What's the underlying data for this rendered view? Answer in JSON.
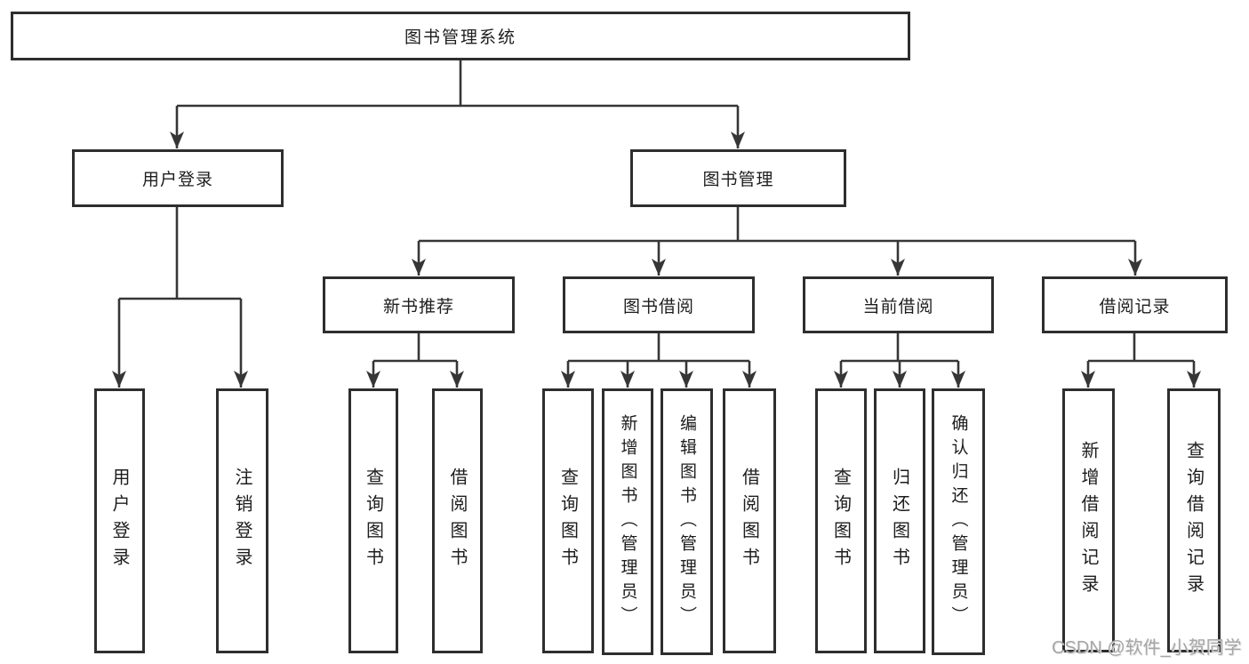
{
  "tree": {
    "root": {
      "label": "图书管理系统"
    },
    "branches": [
      {
        "label": "用户登录",
        "children": [
          {
            "label": "用户登录"
          },
          {
            "label": "注销登录"
          }
        ]
      },
      {
        "label": "图书管理",
        "children": [
          {
            "label": "新书推荐",
            "children": [
              {
                "label": "查询图书"
              },
              {
                "label": "借阅图书"
              }
            ]
          },
          {
            "label": "图书借阅",
            "children": [
              {
                "label": "查询图书"
              },
              {
                "label": "新增图书（管理员）"
              },
              {
                "label": "编辑图书（管理员）"
              },
              {
                "label": "借阅图书"
              }
            ]
          },
          {
            "label": "当前借阅",
            "children": [
              {
                "label": "查询图书"
              },
              {
                "label": "归还图书"
              },
              {
                "label": "确认归还（管理员）"
              }
            ]
          },
          {
            "label": "借阅记录",
            "children": [
              {
                "label": "新增借阅记录"
              },
              {
                "label": "查询借阅记录"
              }
            ]
          }
        ]
      }
    ]
  },
  "watermark": {
    "text": "CSDN @软件_小贺同学"
  },
  "colors": {
    "line": "#363636",
    "box_border": "#2e2e2e",
    "text": "#1d1d1d",
    "watermark": "#a6a6a6",
    "background": "#ffffff"
  }
}
